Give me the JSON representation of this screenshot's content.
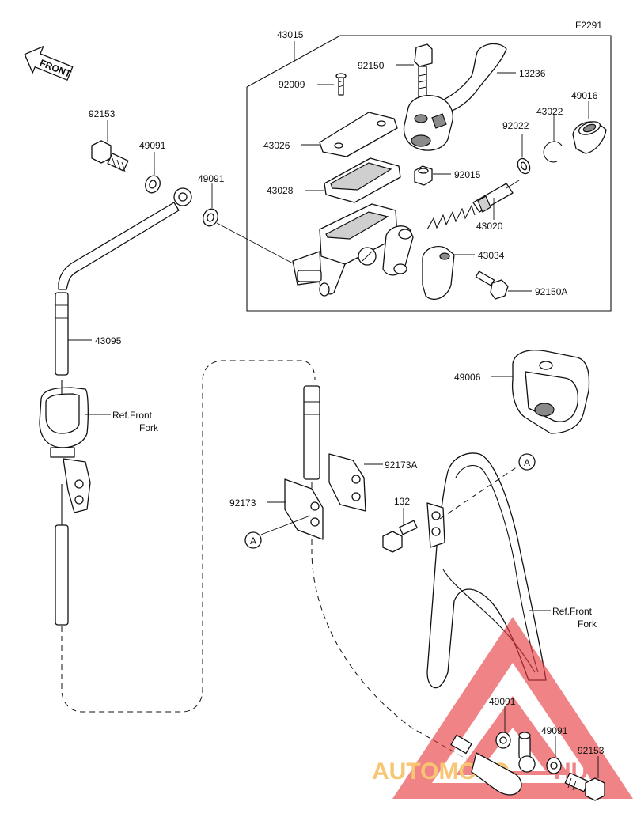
{
  "figure_code": "F2291",
  "front_arrow": "FRONT",
  "ref_label": {
    "line1": "Ref.Front",
    "line2": "Fork"
  },
  "callout": "A",
  "parts": {
    "p43015": "43015",
    "p92150": "92150",
    "p92009": "92009",
    "p13236": "13236",
    "p43022": "43022",
    "p49016": "49016",
    "p92022": "92022",
    "p43026": "43026",
    "p43028": "43028",
    "p92015": "92015",
    "p43020": "43020",
    "p43034": "43034",
    "p92150A": "92150A",
    "p92153": "92153",
    "p49091": "49091",
    "p43095": "43095",
    "p49006": "49006",
    "p92173A": "92173A",
    "p92173": "92173",
    "p132": "132"
  },
  "watermark": {
    "text_a": "AUTOMOTO",
    "text_b": "HUB",
    "color_red": "#e8383d",
    "color_orange": "#f4a21e"
  }
}
